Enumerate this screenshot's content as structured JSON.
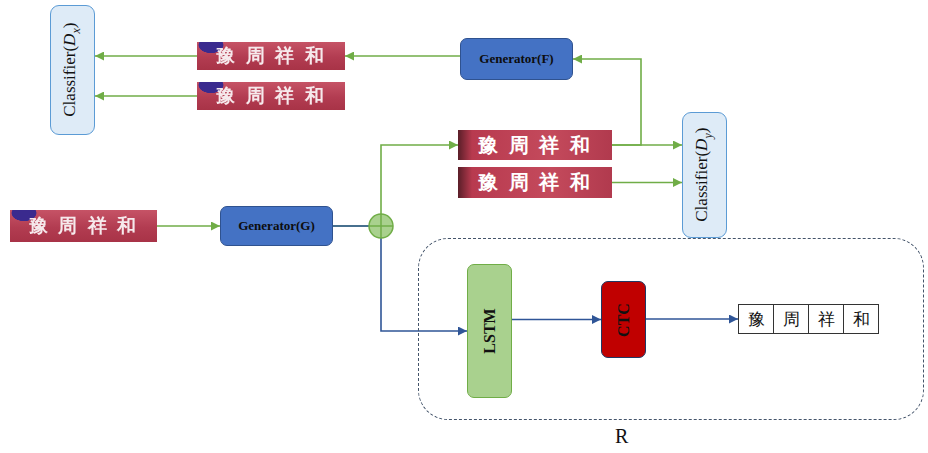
{
  "diagram": {
    "nodes": [
      {
        "text": [
          "Classifier(Dx)"
        ]
      },
      {
        "text": [
          "Generator(F)"
        ]
      },
      {
        "text": [
          "豫 周 祥 和"
        ]
      },
      {
        "text": [
          "豫 周 祥 和"
        ]
      },
      {
        "text": [
          "豫 周 祥 和"
        ]
      },
      {
        "text": [
          "Classifier(Dy)"
        ]
      },
      {
        "text": [
          "豫 周 祥 和"
        ]
      },
      {
        "text": [
          "豫 周 祥 和"
        ]
      },
      {
        "text": [
          "Generator(G)"
        ]
      },
      {
        "text": [
          "R"
        ]
      },
      {
        "text": [
          "LSTM"
        ],
        "in": 9
      },
      {
        "text": [
          "CTC"
        ],
        "in": 9
      },
      {
        "text": [
          "豫"
        ],
        "in": 9
      },
      {
        "text": [
          "周"
        ],
        "in": 9
      },
      {
        "text": [
          "祥"
        ],
        "in": 9
      },
      {
        "text": [
          "和"
        ],
        "in": 9
      }
    ],
    "edges": [
      {
        "from": 1,
        "to": 2,
        "arrow": "to"
      },
      {
        "from": 2,
        "to": 0,
        "arrow": "to"
      },
      {
        "from": 3,
        "to": 0,
        "arrow": "to"
      },
      {
        "from": 4,
        "to": 5,
        "arrow": "to"
      },
      {
        "from": 4,
        "to": 1,
        "arrow": "to"
      },
      {
        "from": 6,
        "to": 5,
        "arrow": "to"
      },
      {
        "from": 7,
        "to": 8,
        "arrow": "to"
      },
      {
        "from": 8,
        "to": 4,
        "arrow": "to"
      },
      {
        "from": 8,
        "to": 10,
        "arrow": "to"
      },
      {
        "from": 10,
        "to": 11,
        "arrow": "to"
      },
      {
        "from": 11,
        "to": 12,
        "arrow": "to"
      }
    ]
  }
}
